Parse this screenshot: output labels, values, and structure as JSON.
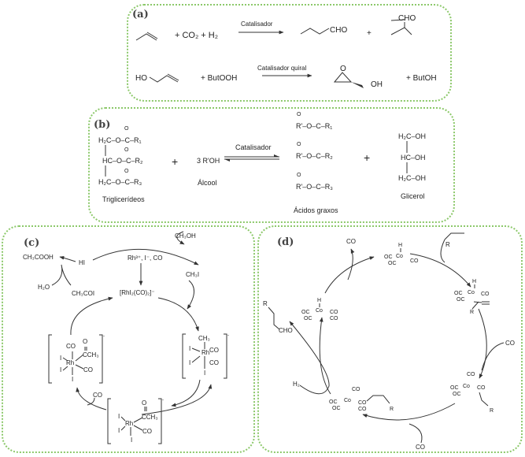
{
  "panels": {
    "a": {
      "label": "(a)",
      "reaction1": {
        "reagents": "+ CO₂ + H₂",
        "catalyst": "Catalisador",
        "product1": "CHO",
        "plus": "+",
        "product2": "CHO"
      },
      "reaction2": {
        "reactant_ho": "HO",
        "reagent": "+ ButOOH",
        "catalyst": "Catalisador quiral",
        "epoxide_o": "O",
        "product_oh": "OH",
        "byproduct": "+ ButOH"
      }
    },
    "b": {
      "label": "(b)",
      "triglyceride_rows": [
        "H₂C–O–C–R₁",
        "HC–O–C–R₂",
        "H₂C–O–C–R₃"
      ],
      "triglyceride_name": "Triglicerídeos",
      "plus1": "+",
      "alcohol": "3 R'OH",
      "alcohol_name": "Álcool",
      "catalyst": "Catalisador",
      "ester_rows": [
        "R'–O–C–R₁",
        "R'–O–C–R₂",
        "R'–O–C–R₃"
      ],
      "ester_name": "Ácidos graxos",
      "plus2": "+",
      "glycerol_rows": [
        "H₂C–OH",
        "HC–OH",
        "H₂C–OH"
      ],
      "glycerol_name": "Glicerol",
      "carbonyl_o": "O"
    },
    "c": {
      "label": "(c)",
      "ch3cooh": "CH₃COOH",
      "hi": "HI",
      "h2o": "H₂O",
      "ch3coi": "CH₃COI",
      "ch3oh": "CH₃OH",
      "ch3i": "CH₃I",
      "precursor": "Rh³⁺, I⁻, CO",
      "active_catalyst": "[RhI₂(CO)₂]⁻",
      "co": "CO",
      "rh": "Rh",
      "iodide": "I",
      "ch3": "CH₃",
      "cch3": "CCH₃",
      "o": "O",
      "charge": "-"
    },
    "d": {
      "label": "(d)",
      "co": "CO",
      "oc": "OC",
      "co_metal": "Co",
      "h": "H",
      "r": "R",
      "cho": "CHO",
      "h2": "H₂"
    }
  }
}
